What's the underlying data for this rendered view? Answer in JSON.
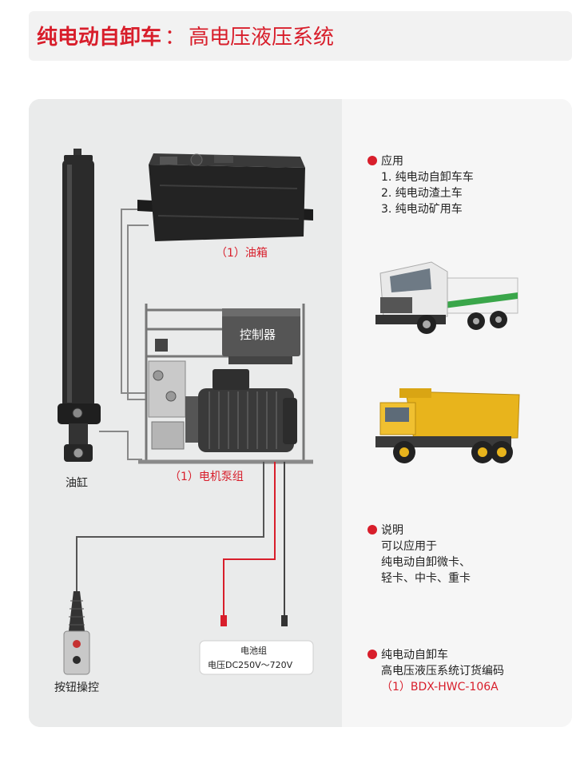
{
  "title": {
    "main": "纯电动自卸车",
    "separator": "：",
    "sub": "高电压液压系统"
  },
  "diagram": {
    "oil_tank_label": "（1）油箱",
    "controller_label": "控制器",
    "motor_pump_label": "（1）电机泵组",
    "cylinder_label": "油缸",
    "button_label": "按钮操控",
    "battery": {
      "name": "电池组",
      "voltage": "电压DC250V～720V"
    }
  },
  "application": {
    "heading": "应用",
    "items": [
      "1. 纯电动自卸车车",
      "2. 纯电动渣土车",
      "3. 纯电动矿用车"
    ]
  },
  "note": {
    "heading": "说明",
    "lines": [
      "可以应用于",
      "纯电动自卸微卡、",
      "轻卡、中卡、重卡"
    ]
  },
  "order": {
    "heading": "纯电动自卸车",
    "line": "高电压液压系统订货编码",
    "code": "（1）BDX-HWC-106A"
  },
  "colors": {
    "accent": "#d81e2b",
    "wire_gray": "#666666",
    "truck1_stripe": "#3aa64a",
    "truck2_body": "#e8b41c"
  }
}
